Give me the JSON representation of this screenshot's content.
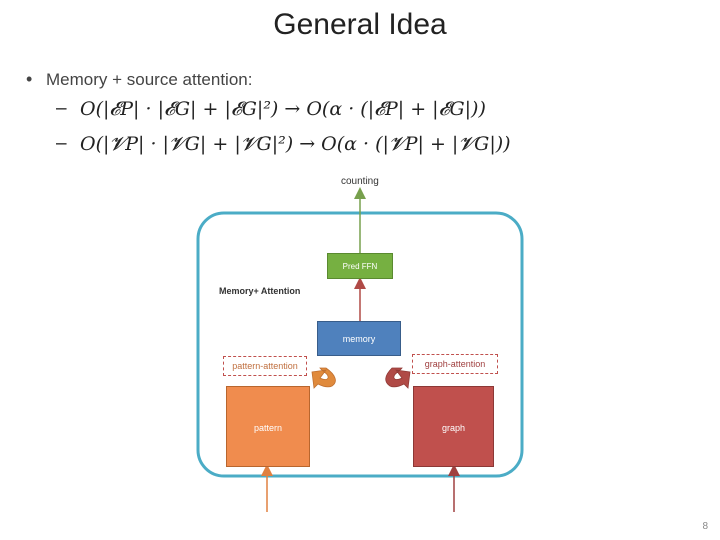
{
  "title": "General Idea",
  "bullet": "Memory + source attention:",
  "formulas": [
    "O(|𝓔P| · |𝓔G| + |𝓔G|²) → O(α · (|𝓔P| + |𝓔G|))",
    "O(|𝓥P| · |𝓥G| + |𝓥G|²) → O(α · (|𝓥P| + |𝓥G|))"
  ],
  "diagram": {
    "output_label": "counting",
    "pred_ffn": "Pred FFN",
    "module_label": "Memory+ Attention",
    "memory": "memory",
    "pattern_attention": "pattern-attention",
    "graph_attention": "graph-attention",
    "pattern": "pattern",
    "graph": "graph"
  },
  "colors": {
    "outer_border": "#4bacc6",
    "pred_ffn": "#76b041",
    "memory": "#4f81bd",
    "pattern": "#f08c4e",
    "graph": "#c0504d",
    "arrow_output": "#77a04d",
    "arrow_memory": "#b04a46",
    "arrow_pattern": "#e08040",
    "arrow_graph": "#a04040"
  },
  "page_number": "8"
}
